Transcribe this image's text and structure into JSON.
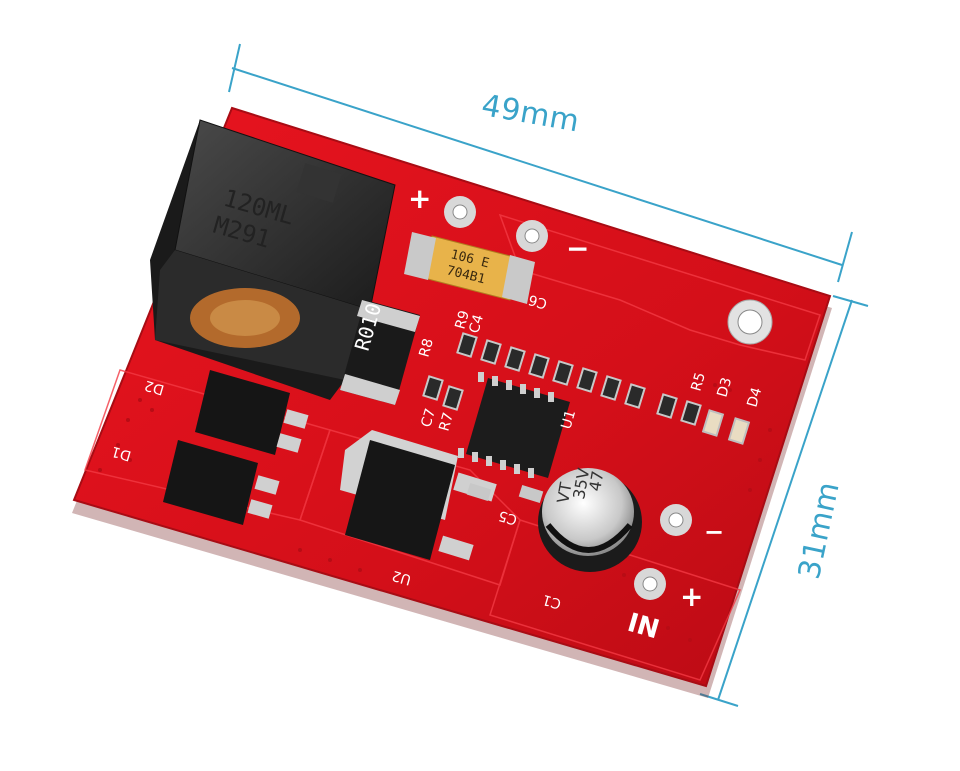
{
  "dimensions": {
    "width_label": "49mm",
    "height_label": "31mm",
    "line_color": "#3aa3c9"
  },
  "board": {
    "color": "#d90f1a",
    "inductor_text_line1": "120ML",
    "inductor_text_line2": "M291",
    "resistor_r8_marking": "R010",
    "tantalum_marking_line1": "106 E",
    "tantalum_marking_line2": "704B1",
    "electrolytic_marking_line1": "47",
    "electrolytic_marking_line2": "35V",
    "electrolytic_marking_line3": "VT",
    "labels": {
      "out_plus": "+",
      "out_minus": "−",
      "in_plus": "+",
      "in_minus": "−",
      "in": "IN",
      "d1": "D1",
      "d2": "D2",
      "d3": "D3",
      "d4": "D4",
      "u1": "U1",
      "u2": "U2",
      "c1": "C1",
      "c4": "C4",
      "c5": "C5",
      "c6": "C6",
      "c7": "C7",
      "r5": "R5",
      "r7": "R7",
      "r8": "R8",
      "r9": "R9"
    }
  }
}
